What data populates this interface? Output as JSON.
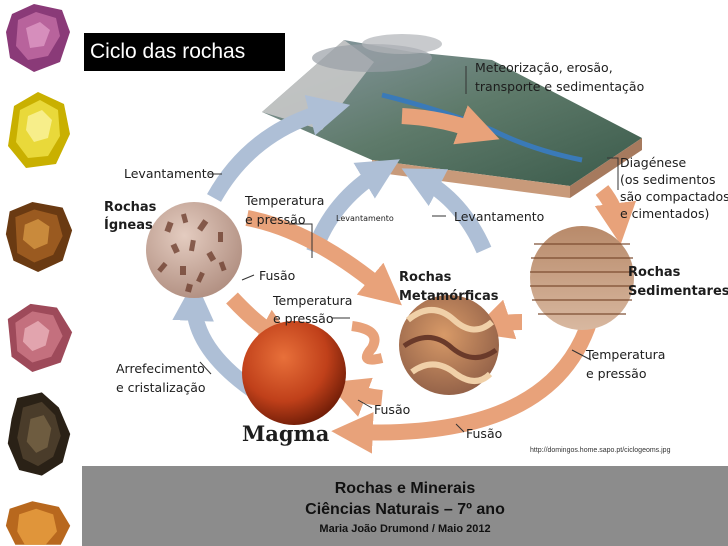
{
  "slide": {
    "title": "Ciclo das rochas",
    "source_url": "http://domingos.home.sapo.pt/ciclogeoms.jpg"
  },
  "diagram": {
    "labels": {
      "weathering_line1": "Meteorização, erosão,",
      "weathering_line2": "transporte e sedimentação",
      "diagenesis_line1": "Diagénese",
      "diagenesis_line2": "(os sedimentos",
      "diagenesis_line3": "são compactados",
      "diagenesis_line4": "e cimentados)",
      "uplift_left": "Levantamento",
      "uplift_center": "Levantamento",
      "uplift_right": "Levantamento",
      "igneous_line1": "Rochas",
      "igneous_line2": "Ígneas",
      "temp_pressure_top_line1": "Temperatura",
      "temp_pressure_top_line2": "e pressão",
      "fusion_left": "Fusão",
      "metamorphic_line1": "Rochas",
      "metamorphic_line2": "Metamórficas",
      "sedimentary_line1": "Rochas",
      "sedimentary_line2": "Sedimentares",
      "temp_pressure_mid_line1": "Temperatura",
      "temp_pressure_mid_line2": "e pressão",
      "temp_pressure_right_line1": "Temperatura",
      "temp_pressure_right_line2": "e pressão",
      "cooling_line1": "Arrefecimento",
      "cooling_line2": "e cristalização",
      "magma": "Magma",
      "fusion_center": "Fusão",
      "fusion_bottom": "Fusão"
    }
  },
  "footer": {
    "line1": "Rochas e Minerais",
    "line2": "Ciências Naturais – 7º ano",
    "line3": "Maria João Drumond / Maio 2012"
  },
  "colors": {
    "footer_bg": "#8c8c8c",
    "arrow_blue": "#aebfd6",
    "arrow_orange": "#e8a27a",
    "magma": "#c0401a"
  }
}
